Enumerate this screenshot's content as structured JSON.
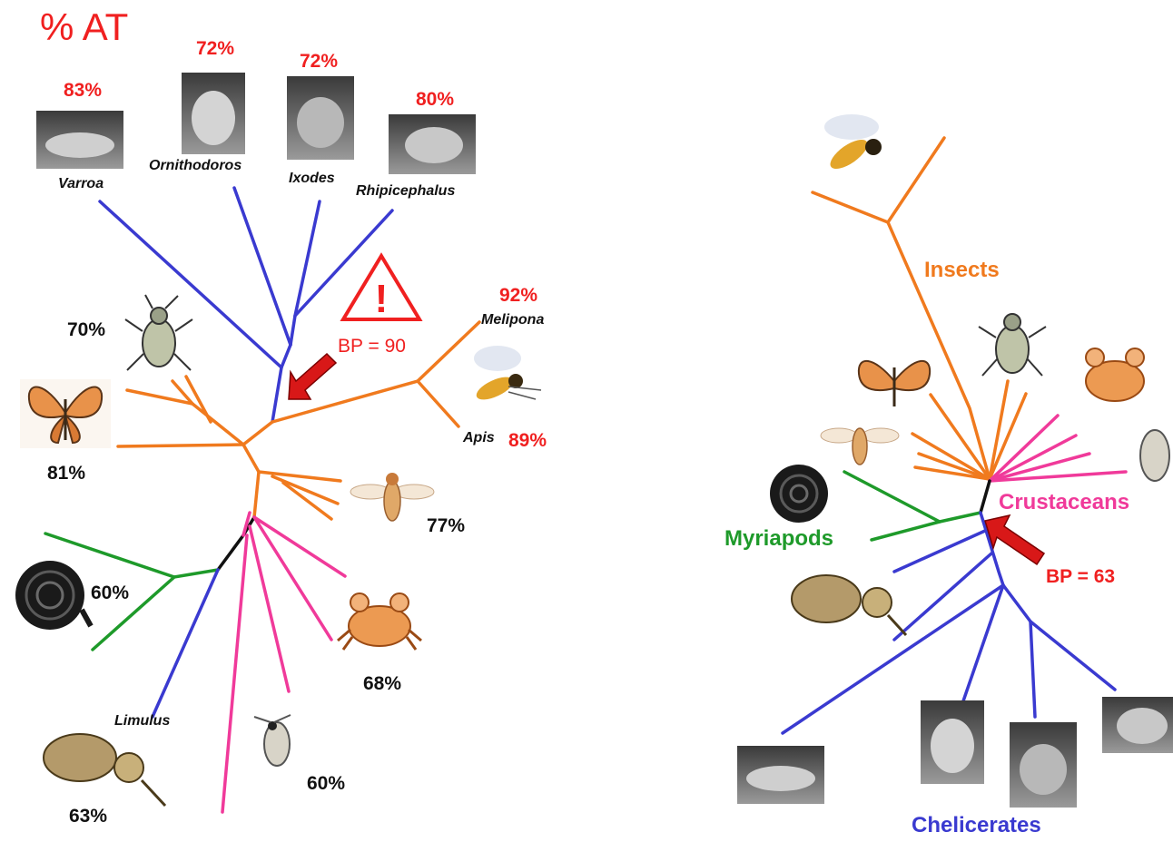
{
  "title": "% AT",
  "colors": {
    "chelicerates": "#3a3ad0",
    "insects": "#f07a1e",
    "crustaceans": "#f03a9a",
    "myriapods": "#1e9a2a",
    "root": "#111111",
    "highlight": "#f02020"
  },
  "left_tree": {
    "species": {
      "varroa": "Varroa",
      "ornithodoros": "Ornithodoros",
      "ixodes": "Ixodes",
      "rhipicephalus": "Rhipicephalus",
      "melipona": "Melipona",
      "apis": "Apis",
      "limulus": "Limulus"
    },
    "percentages": {
      "varroa": "83%",
      "ornithodoros": "72%",
      "ixodes": "72%",
      "rhipicephalus": "80%",
      "melipona": "92%",
      "apis": "89%",
      "beetle": "70%",
      "butterfly": "81%",
      "fly": "77%",
      "millipede": "60%",
      "crab": "68%",
      "horseshoe_crab": "63%",
      "daphnia": "60%"
    },
    "warning_icon": "warning-triangle-icon",
    "bootstrap": "BP = 90"
  },
  "right_tree": {
    "groups": {
      "insects": "Insects",
      "crustaceans": "Crustaceans",
      "myriapods": "Myriapods",
      "chelicerates": "Chelicerates"
    },
    "bootstrap": "BP = 63"
  }
}
